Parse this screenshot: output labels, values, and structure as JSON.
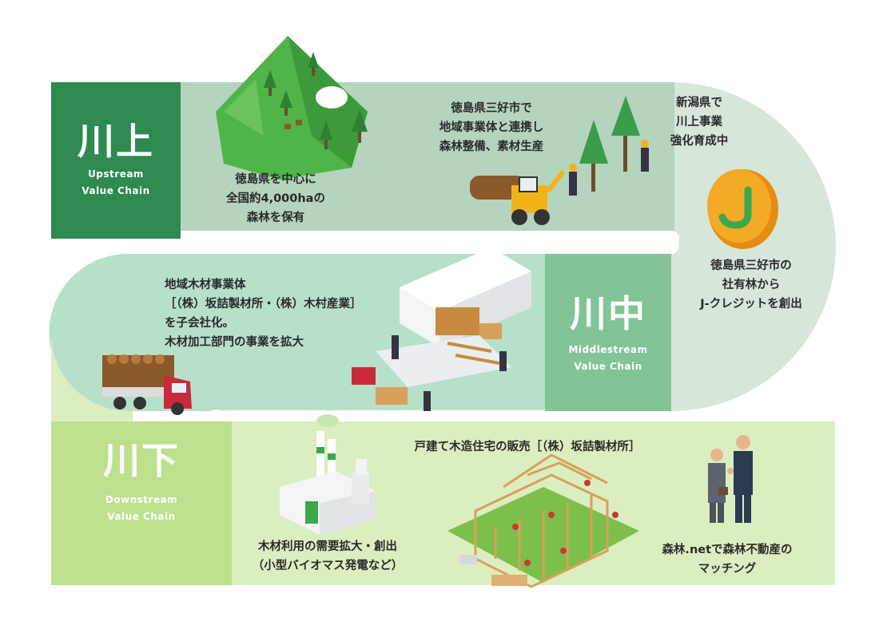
{
  "colors": {
    "upstream_band": "#b4d4bd",
    "upstream_label": "#2e8a4f",
    "midstream_band": "#b7e0c8",
    "midstream_label": "#82c496",
    "right_curve": "#d6e6d9",
    "downstream_band": "#dbeec0",
    "downstream_label": "#bde08e",
    "text": "#2a2a2a"
  },
  "upstream": {
    "kanji": "川上",
    "en_line1": "Upstream",
    "en_line2": "Value Chain",
    "note_forest": "徳島県を中心に\n全国約4,000haの\n森林を保有",
    "note_miyoshi": "徳島県三好市で\n地域事業体と連携し\n森林整備、素材生産",
    "note_niigata": "新潟県で\n川上事業\n強化育成中"
  },
  "credit": {
    "note": "徳島県三好市の\n社有林から\nJ-クレジットを創出",
    "coin_letter": "J"
  },
  "midstream": {
    "kanji": "川中",
    "en_line1": "Middlestream",
    "en_line2": "Value Chain",
    "note": "地域木材事業体\n［（株）坂詰製材所・（株）木村産業］\nを子会社化。\n木材加工部門の事業を拡大"
  },
  "downstream": {
    "kanji": "川下",
    "en_line1": "Downstream",
    "en_line2": "Value Chain",
    "note_house": "戸建て木造住宅の販売［（株）坂詰製材所］",
    "note_biomass": "木材利用の需要拡大・創出\n（小型バイオマス発電など）",
    "note_matching": "森林.netで森林不動産の\nマッチング"
  }
}
